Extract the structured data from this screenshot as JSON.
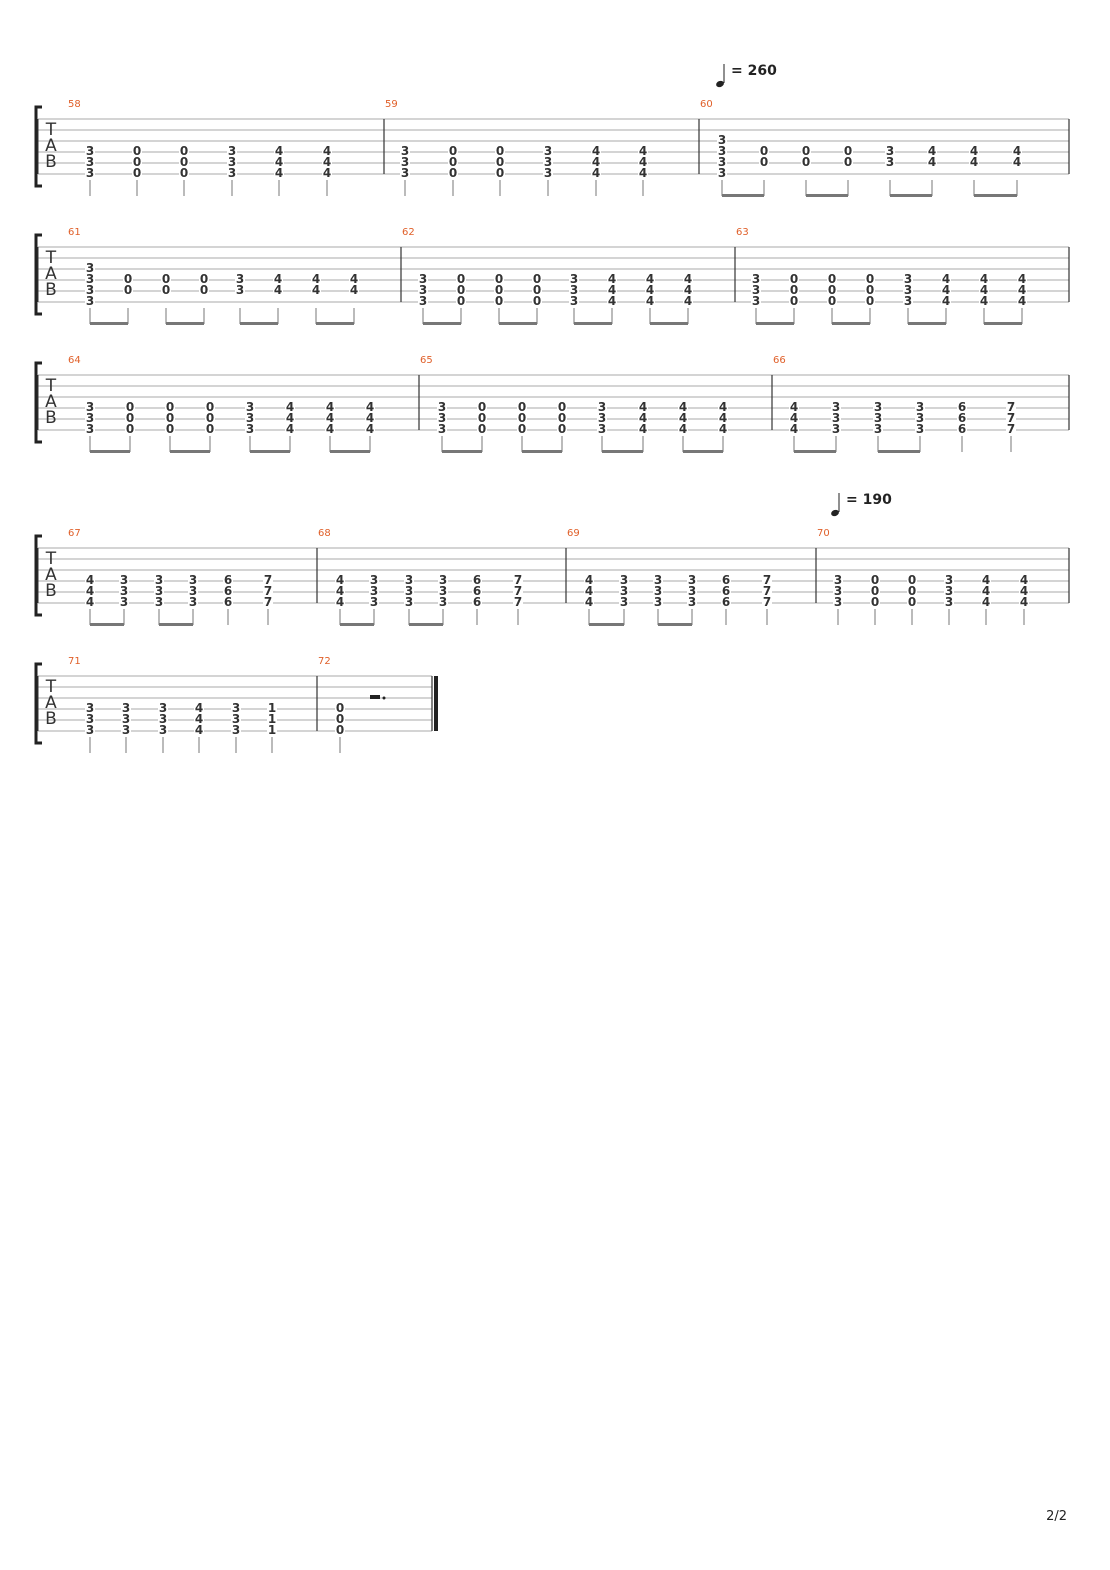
{
  "page": {
    "number": "2/2"
  },
  "systems": [
    {
      "tempo": "= 260",
      "measures": [
        {
          "number": "58",
          "events": [
            [
              3,
              3,
              3
            ],
            [
              0,
              0,
              0
            ],
            [
              0,
              0,
              0
            ],
            [
              3,
              3,
              3
            ],
            [
              4,
              4,
              4
            ],
            [
              4,
              4,
              4
            ]
          ],
          "beams": []
        },
        {
          "number": "59",
          "events": [
            [
              3,
              3,
              3
            ],
            [
              0,
              0,
              0
            ],
            [
              0,
              0,
              0
            ],
            [
              3,
              3,
              3
            ],
            [
              4,
              4,
              4
            ],
            [
              4,
              4,
              4
            ]
          ],
          "beams": []
        },
        {
          "number": "60",
          "tempo": "= 260",
          "events": [
            [
              3,
              3,
              3,
              3
            ],
            [
              0,
              0
            ],
            [
              0,
              0
            ],
            [
              0,
              0
            ],
            [
              3,
              3
            ],
            [
              4,
              4
            ],
            [
              4,
              4
            ],
            [
              4,
              4
            ]
          ],
          "beams": [
            [
              0,
              1
            ],
            [
              2,
              3
            ],
            [
              4,
              5
            ],
            [
              6,
              7
            ]
          ]
        }
      ]
    },
    {
      "measures": [
        {
          "number": "61",
          "events": [
            [
              3,
              3,
              3,
              3
            ],
            [
              0,
              0
            ],
            [
              0,
              0
            ],
            [
              0,
              0
            ],
            [
              3,
              3
            ],
            [
              4,
              4
            ],
            [
              4,
              4
            ],
            [
              4,
              4
            ]
          ],
          "beams": [
            [
              0,
              1
            ],
            [
              2,
              3
            ],
            [
              4,
              5
            ],
            [
              6,
              7
            ]
          ]
        },
        {
          "number": "62",
          "events": [
            [
              3,
              3,
              3
            ],
            [
              0,
              0,
              0
            ],
            [
              0,
              0,
              0
            ],
            [
              0,
              0,
              0
            ],
            [
              3,
              3,
              3
            ],
            [
              4,
              4,
              4
            ],
            [
              4,
              4,
              4
            ],
            [
              4,
              4,
              4
            ]
          ],
          "beams": [
            [
              0,
              1
            ],
            [
              2,
              3
            ],
            [
              4,
              5
            ],
            [
              6,
              7
            ]
          ]
        },
        {
          "number": "63",
          "events": [
            [
              3,
              3,
              3
            ],
            [
              0,
              0,
              0
            ],
            [
              0,
              0,
              0
            ],
            [
              0,
              0,
              0
            ],
            [
              3,
              3,
              3
            ],
            [
              4,
              4,
              4
            ],
            [
              4,
              4,
              4
            ],
            [
              4,
              4,
              4
            ]
          ],
          "beams": [
            [
              0,
              1
            ],
            [
              2,
              3
            ],
            [
              4,
              5
            ],
            [
              6,
              7
            ]
          ]
        }
      ]
    },
    {
      "measures": [
        {
          "number": "64",
          "events": [
            [
              3,
              3,
              3
            ],
            [
              0,
              0,
              0
            ],
            [
              0,
              0,
              0
            ],
            [
              0,
              0,
              0
            ],
            [
              3,
              3,
              3
            ],
            [
              4,
              4,
              4
            ],
            [
              4,
              4,
              4
            ],
            [
              4,
              4,
              4
            ]
          ],
          "beams": [
            [
              0,
              1
            ],
            [
              2,
              3
            ],
            [
              4,
              5
            ],
            [
              6,
              7
            ]
          ]
        },
        {
          "number": "65",
          "events": [
            [
              3,
              3,
              3
            ],
            [
              0,
              0,
              0
            ],
            [
              0,
              0,
              0
            ],
            [
              0,
              0,
              0
            ],
            [
              3,
              3,
              3
            ],
            [
              4,
              4,
              4
            ],
            [
              4,
              4,
              4
            ],
            [
              4,
              4,
              4
            ]
          ],
          "beams": [
            [
              0,
              1
            ],
            [
              2,
              3
            ],
            [
              4,
              5
            ],
            [
              6,
              7
            ]
          ]
        },
        {
          "number": "66",
          "events": [
            [
              4,
              4,
              4
            ],
            [
              3,
              3,
              3
            ],
            [
              3,
              3,
              3
            ],
            [
              3,
              3,
              3
            ],
            [
              6,
              6,
              6
            ],
            [
              7,
              7,
              7
            ]
          ],
          "beams": [
            [
              0,
              1
            ],
            [
              2,
              3
            ]
          ]
        }
      ]
    },
    {
      "measures": [
        {
          "number": "67",
          "events": [
            [
              4,
              4,
              4
            ],
            [
              3,
              3,
              3
            ],
            [
              3,
              3,
              3
            ],
            [
              3,
              3,
              3
            ],
            [
              6,
              6,
              6
            ],
            [
              7,
              7,
              7
            ]
          ],
          "beams": [
            [
              0,
              1
            ],
            [
              2,
              3
            ]
          ]
        },
        {
          "number": "68",
          "events": [
            [
              4,
              4,
              4
            ],
            [
              3,
              3,
              3
            ],
            [
              3,
              3,
              3
            ],
            [
              3,
              3,
              3
            ],
            [
              6,
              6,
              6
            ],
            [
              7,
              7,
              7
            ]
          ],
          "beams": [
            [
              0,
              1
            ],
            [
              2,
              3
            ]
          ]
        },
        {
          "number": "69",
          "events": [
            [
              4,
              4,
              4
            ],
            [
              3,
              3,
              3
            ],
            [
              3,
              3,
              3
            ],
            [
              3,
              3,
              3
            ],
            [
              6,
              6,
              6
            ],
            [
              7,
              7,
              7
            ]
          ],
          "beams": [
            [
              0,
              1
            ],
            [
              2,
              3
            ]
          ]
        },
        {
          "number": "70",
          "tempo": "= 190",
          "events": [
            [
              3,
              3,
              3
            ],
            [
              0,
              0,
              0
            ],
            [
              0,
              0,
              0
            ],
            [
              3,
              3,
              3
            ],
            [
              4,
              4,
              4
            ],
            [
              4,
              4,
              4
            ]
          ],
          "beams": []
        }
      ]
    },
    {
      "measures": [
        {
          "number": "71",
          "events": [
            [
              3,
              3,
              3
            ],
            [
              3,
              3,
              3
            ],
            [
              3,
              3,
              3
            ],
            [
              4,
              4,
              4
            ],
            [
              3,
              3,
              3
            ],
            [
              1,
              1,
              1
            ]
          ],
          "beams": []
        },
        {
          "number": "72",
          "events": [
            [
              0,
              0,
              0
            ]
          ],
          "beams": [],
          "rest": true,
          "final": true
        }
      ]
    }
  ],
  "tab_clef": [
    "T",
    "A",
    "B"
  ]
}
